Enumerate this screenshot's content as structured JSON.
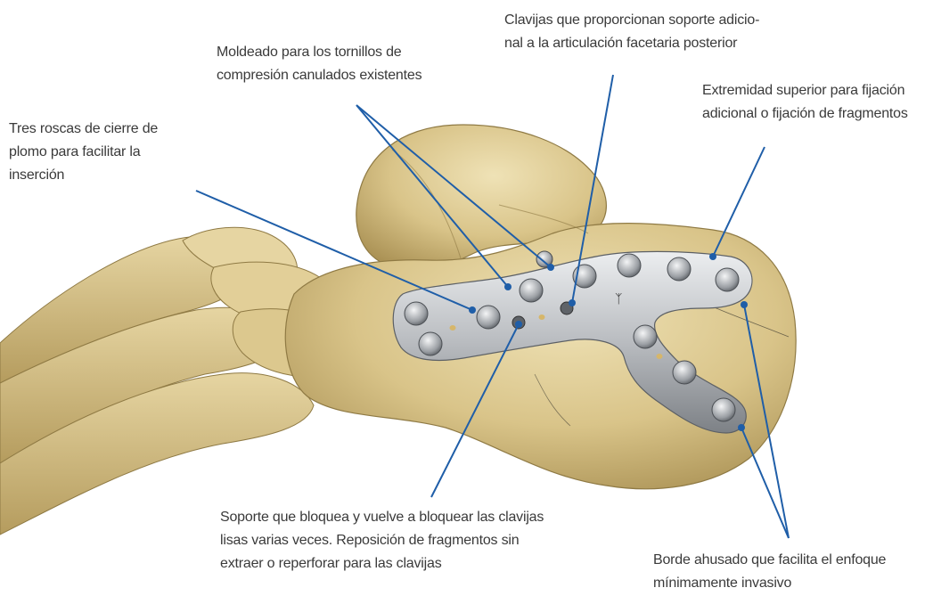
{
  "colors": {
    "bone": "#d9c489",
    "bone_shadow": "#a88f52",
    "bone_highlight": "#efe2b6",
    "plate": "#b9bcc0",
    "plate_dark": "#7d8186",
    "plate_light": "#eceef0",
    "leader_line": "#1f5ea8",
    "text": "#3a3a3a"
  },
  "labels": {
    "moldeado": "Moldeado para los tornillos de\ncompresión canulados existentes",
    "clavijas_soporte": "Clavijas que proporcionan soporte adicio-\nnal a la articulación facetaria posterior",
    "extremidad": "Extremidad superior para fijación\nadicional o fijación de fragmentos",
    "tres_roscas": "Tres roscas de cierre de\nplomo para facilitar la\ninserción",
    "soporte_bloquea": "Soporte que bloquea y vuelve a bloquear las clavijas\nlisas varias veces. Reposición de fragmentos sin\nextraer  o reperforar para las clavijas",
    "borde": "Borde ahusado que facilita el enfoque\nmínimamente invasivo"
  },
  "icons": {
    "plate_logo": "trident-logo-icon"
  }
}
